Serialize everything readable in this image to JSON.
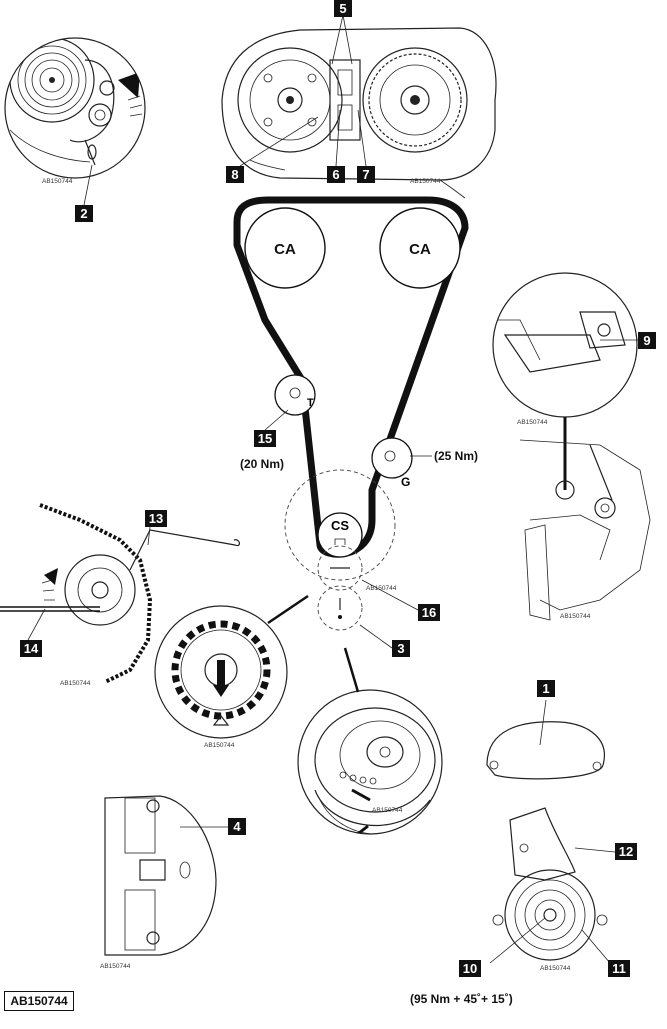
{
  "diagram": {
    "reference_code": "AB150744",
    "inset_refs": {
      "top_left": "AB150744",
      "top_center": "AB150744",
      "right_tool": "AB150744",
      "right_lower": "AB150744",
      "center_cs": "AB150744",
      "left_tensioner": "AB150744",
      "sprocket": "AB150744",
      "damper": "AB150744",
      "block": "AB150744",
      "tensioner_unit": "AB150744"
    },
    "pulleys": {
      "camshaft_left": "CA",
      "camshaft_right": "CA",
      "crankshaft": "CS",
      "tensioner": "T",
      "guide": "G"
    },
    "torques": {
      "tensioner": "(20 Nm)",
      "guide": "(25 Nm)",
      "tensioner_bolt": "(95 Nm + 45˚+ 15˚)"
    },
    "callouts": [
      "1",
      "2",
      "3",
      "4",
      "5",
      "6",
      "7",
      "8",
      "9",
      "10",
      "11",
      "12",
      "13",
      "14",
      "15",
      "16"
    ]
  }
}
